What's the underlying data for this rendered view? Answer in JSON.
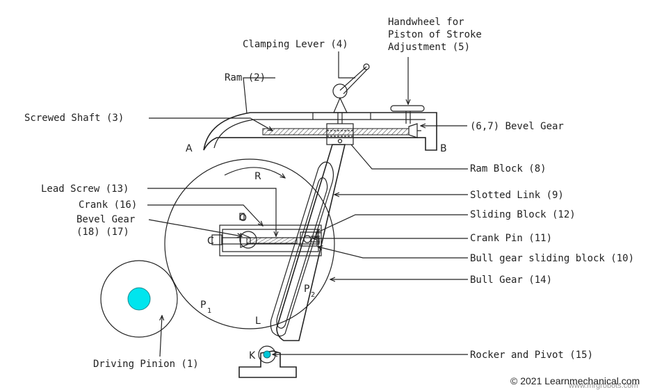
{
  "labels": {
    "handwheel_line1": "Handwheel for",
    "handwheel_line2": "Piston of Stroke",
    "handwheel_line3": "Adjustment (5)",
    "clamping_lever": "Clamping Lever (4)",
    "ram": "Ram (2)",
    "screwed_shaft": "Screwed Shaft (3)",
    "bevel_gear_67": "(6,7) Bevel Gear",
    "ram_block": "Ram Block (8)",
    "lead_screw": "Lead Screw (13)",
    "slotted_link": "Slotted Link (9)",
    "crank": "Crank (16)",
    "sliding_block": "Sliding Block (12)",
    "bevel_gear_1817_line1": "Bevel Gear",
    "bevel_gear_1817_line2": "(18) (17)",
    "crank_pin": "Crank Pin (11)",
    "bull_gear_sliding_block": "Bull gear sliding block (10)",
    "bull_gear": "Bull Gear (14)",
    "rocker_pivot": "Rocker and Pivot (15)",
    "driving_pinion": "Driving Pinion (1)"
  },
  "markers": {
    "a": "A",
    "b": "B",
    "r": "R",
    "o": "O",
    "c": "C",
    "p1": "P",
    "p1_sub": "1",
    "p2": "P",
    "p2_sub": "2",
    "l": "L",
    "k": "K"
  },
  "footer": {
    "copyright": "© 2021 Learnmechanical.com",
    "watermark": "www.mrgrobots.com"
  },
  "colors": {
    "line": "#222222",
    "pinion_center": "#00e5ee",
    "pivot_center": "#00c8d8",
    "hatch": "#444444"
  }
}
